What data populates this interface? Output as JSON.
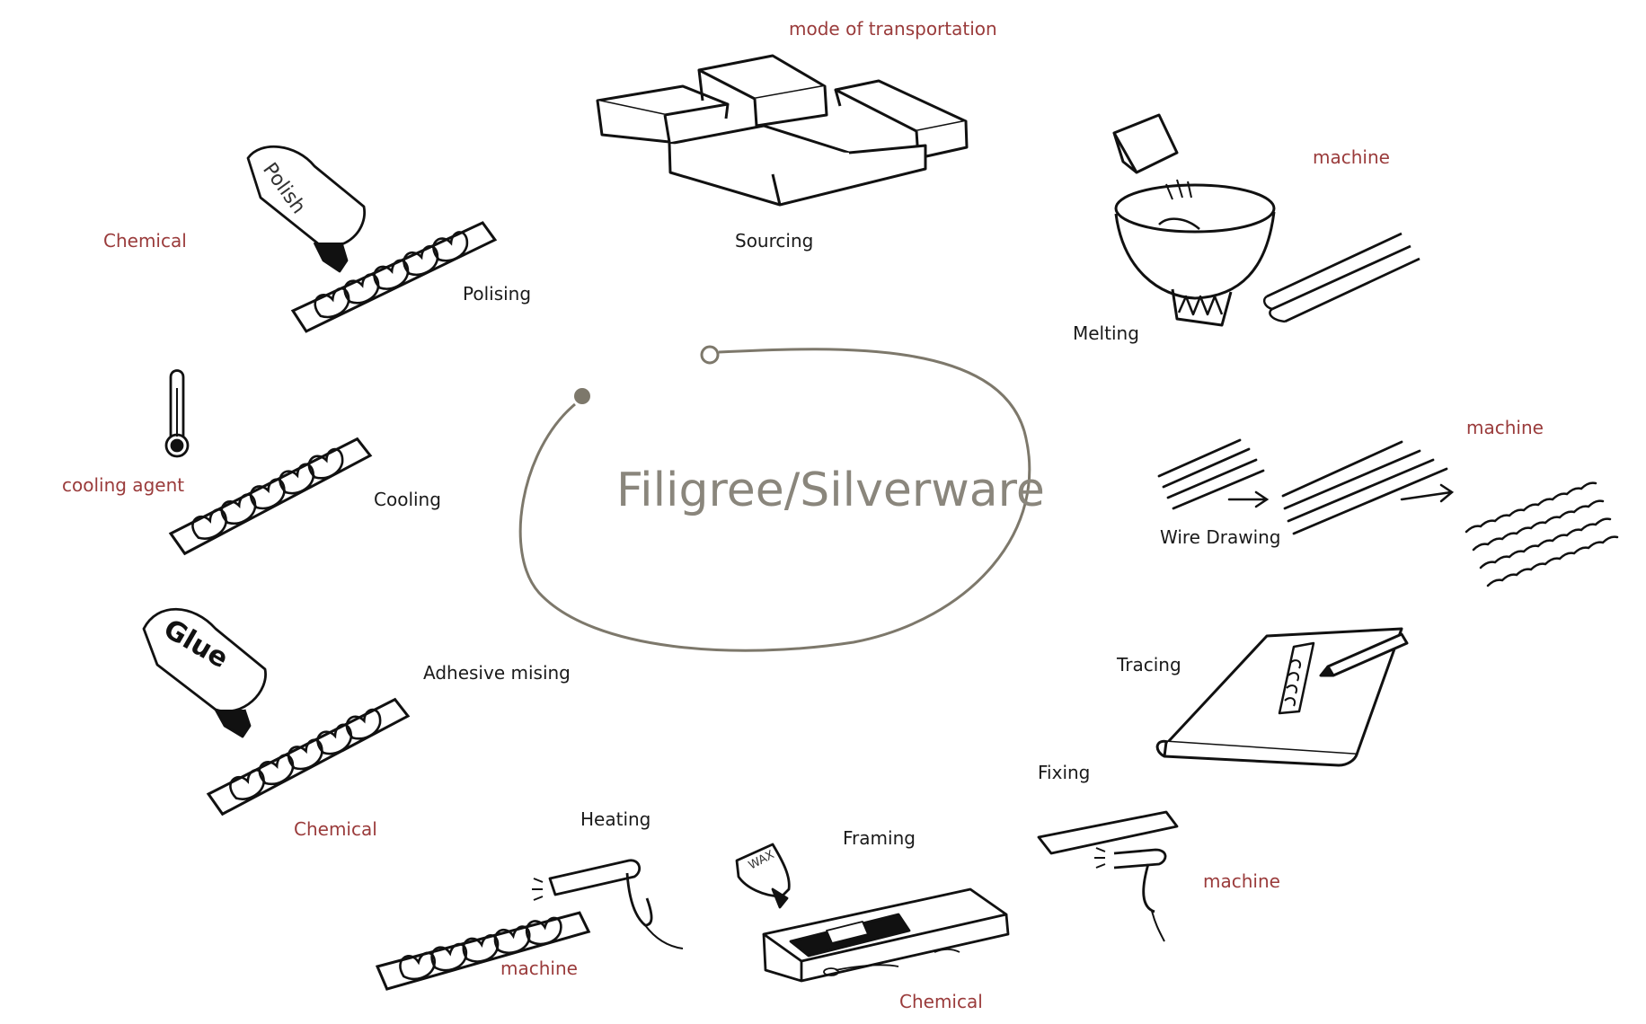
{
  "center_title": "Filigree/Silverware",
  "steps": {
    "sourcing": "Sourcing",
    "melting": "Melting",
    "wire_drawing": "Wire Drawing",
    "tracing": "Tracing",
    "fixing": "Fixing",
    "framing": "Framing",
    "heating": "Heating",
    "adhesive": "Adhesive mising",
    "cooling": "Cooling",
    "polising": "Polising"
  },
  "resources": {
    "sourcing": "mode of transportation",
    "melting": "machine",
    "wire_drawing": "machine",
    "fixing": "machine",
    "framing": "Chemical",
    "heating": "machine",
    "adhesive": "Chemical",
    "cooling": "cooling agent",
    "polising": "Chemical"
  },
  "container_labels": {
    "polish": "Polish",
    "glue": "Glue",
    "wax": "WAX"
  },
  "colors": {
    "ink": "#1a1a1a",
    "resource": "#9a3b3b",
    "cycle": "#7d786b"
  }
}
